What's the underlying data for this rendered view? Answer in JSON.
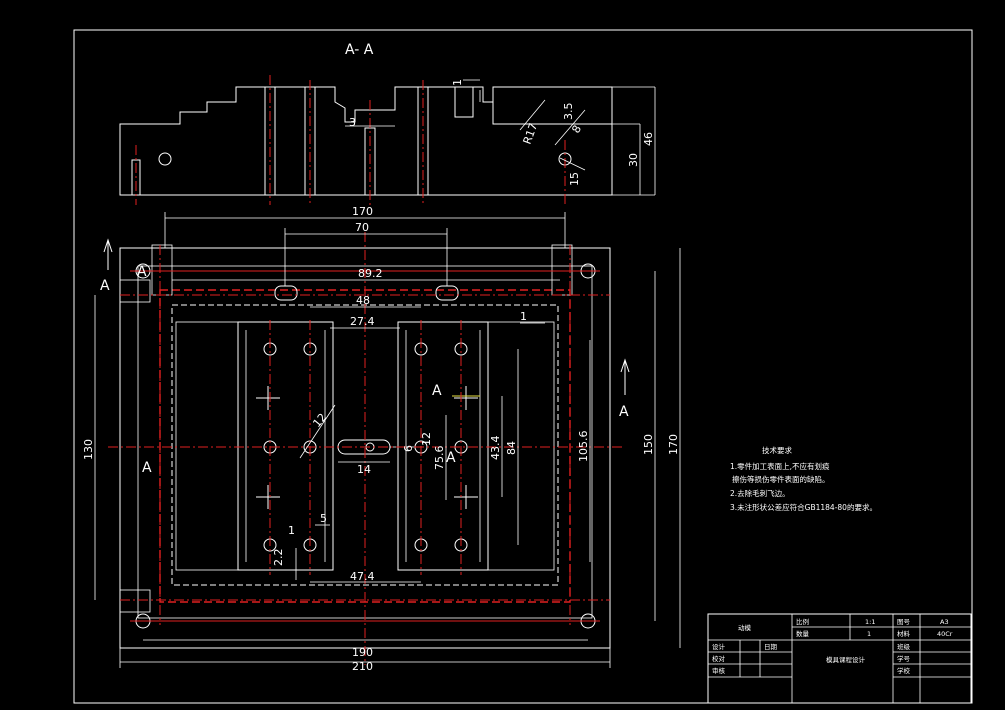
{
  "section_title": "A- A",
  "section_labels": {
    "a_top_left": "A",
    "a_left": "A",
    "a_left_mid": "A",
    "a_right_mid": "A",
    "a_center_1": "A",
    "a_center_2": "A"
  },
  "section_dims": {
    "d46": "46",
    "d30": "30",
    "d15": "15",
    "d3_5": "3.5",
    "d8": "8",
    "r17": "R17",
    "d3": "3",
    "d1": "1"
  },
  "plan_dims": {
    "d170_top": "170",
    "d70": "70",
    "d89_2": "89.2",
    "d48": "48",
    "d27_4": "27.4",
    "d1_right": "1",
    "d130": "130",
    "d150": "150",
    "d170_right": "170",
    "d105_6": "105.6",
    "d84": "84",
    "d43_4": "43.4",
    "d75_6": "75.6",
    "d12": "12",
    "d14": "14",
    "d12b": "12",
    "d6": "6",
    "d47_4": "47.4",
    "d5": "5",
    "d1_low": "1",
    "d2_2": "2.2",
    "d190": "190",
    "d210": "210"
  },
  "notes": {
    "title": "技术要求",
    "line1": "1.零件加工表面上,不应有划痕",
    "line2": "擦伤等损伤零件表面的缺陷。",
    "line3": "2.去除毛刺飞边。",
    "line4": "3.未注形状公差应符合GB1184-80的要求。"
  },
  "title_block": {
    "part_name": "动模",
    "scale_label": "比例",
    "scale_value": "1:1",
    "sheet_label": "图号",
    "sheet_value": "A3",
    "qty_label": "数量",
    "qty_value": "1",
    "material_label": "材料",
    "material_value": "40Cr",
    "design_label": "设计",
    "date_label": "日期",
    "check_label": "校对",
    "review_label": "审核",
    "drawing_name": "模具课程设计",
    "class_label": "班级",
    "student_label": "学号",
    "school_label": "学校"
  }
}
